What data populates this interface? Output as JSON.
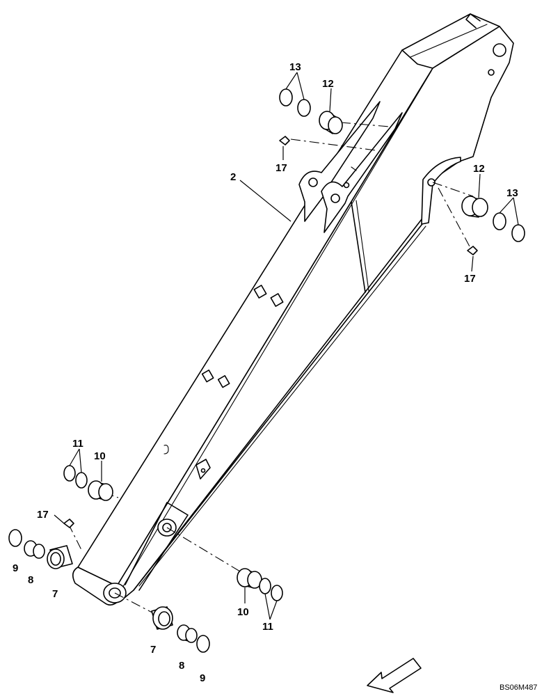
{
  "labels": {
    "p2": "2",
    "p7a": "7",
    "p7b": "7",
    "p8a": "8",
    "p8b": "8",
    "p9a": "9",
    "p9b": "9",
    "p10a": "10",
    "p10b": "10",
    "p11a": "11",
    "p11b": "11",
    "p12a": "12",
    "p12b": "12",
    "p13a": "13",
    "p13b": "13",
    "p17a": "17",
    "p17b": "17",
    "p17c": "17"
  },
  "reference_code": "BS06M487",
  "icons": {
    "direction": "front-direction-arrow-icon"
  }
}
